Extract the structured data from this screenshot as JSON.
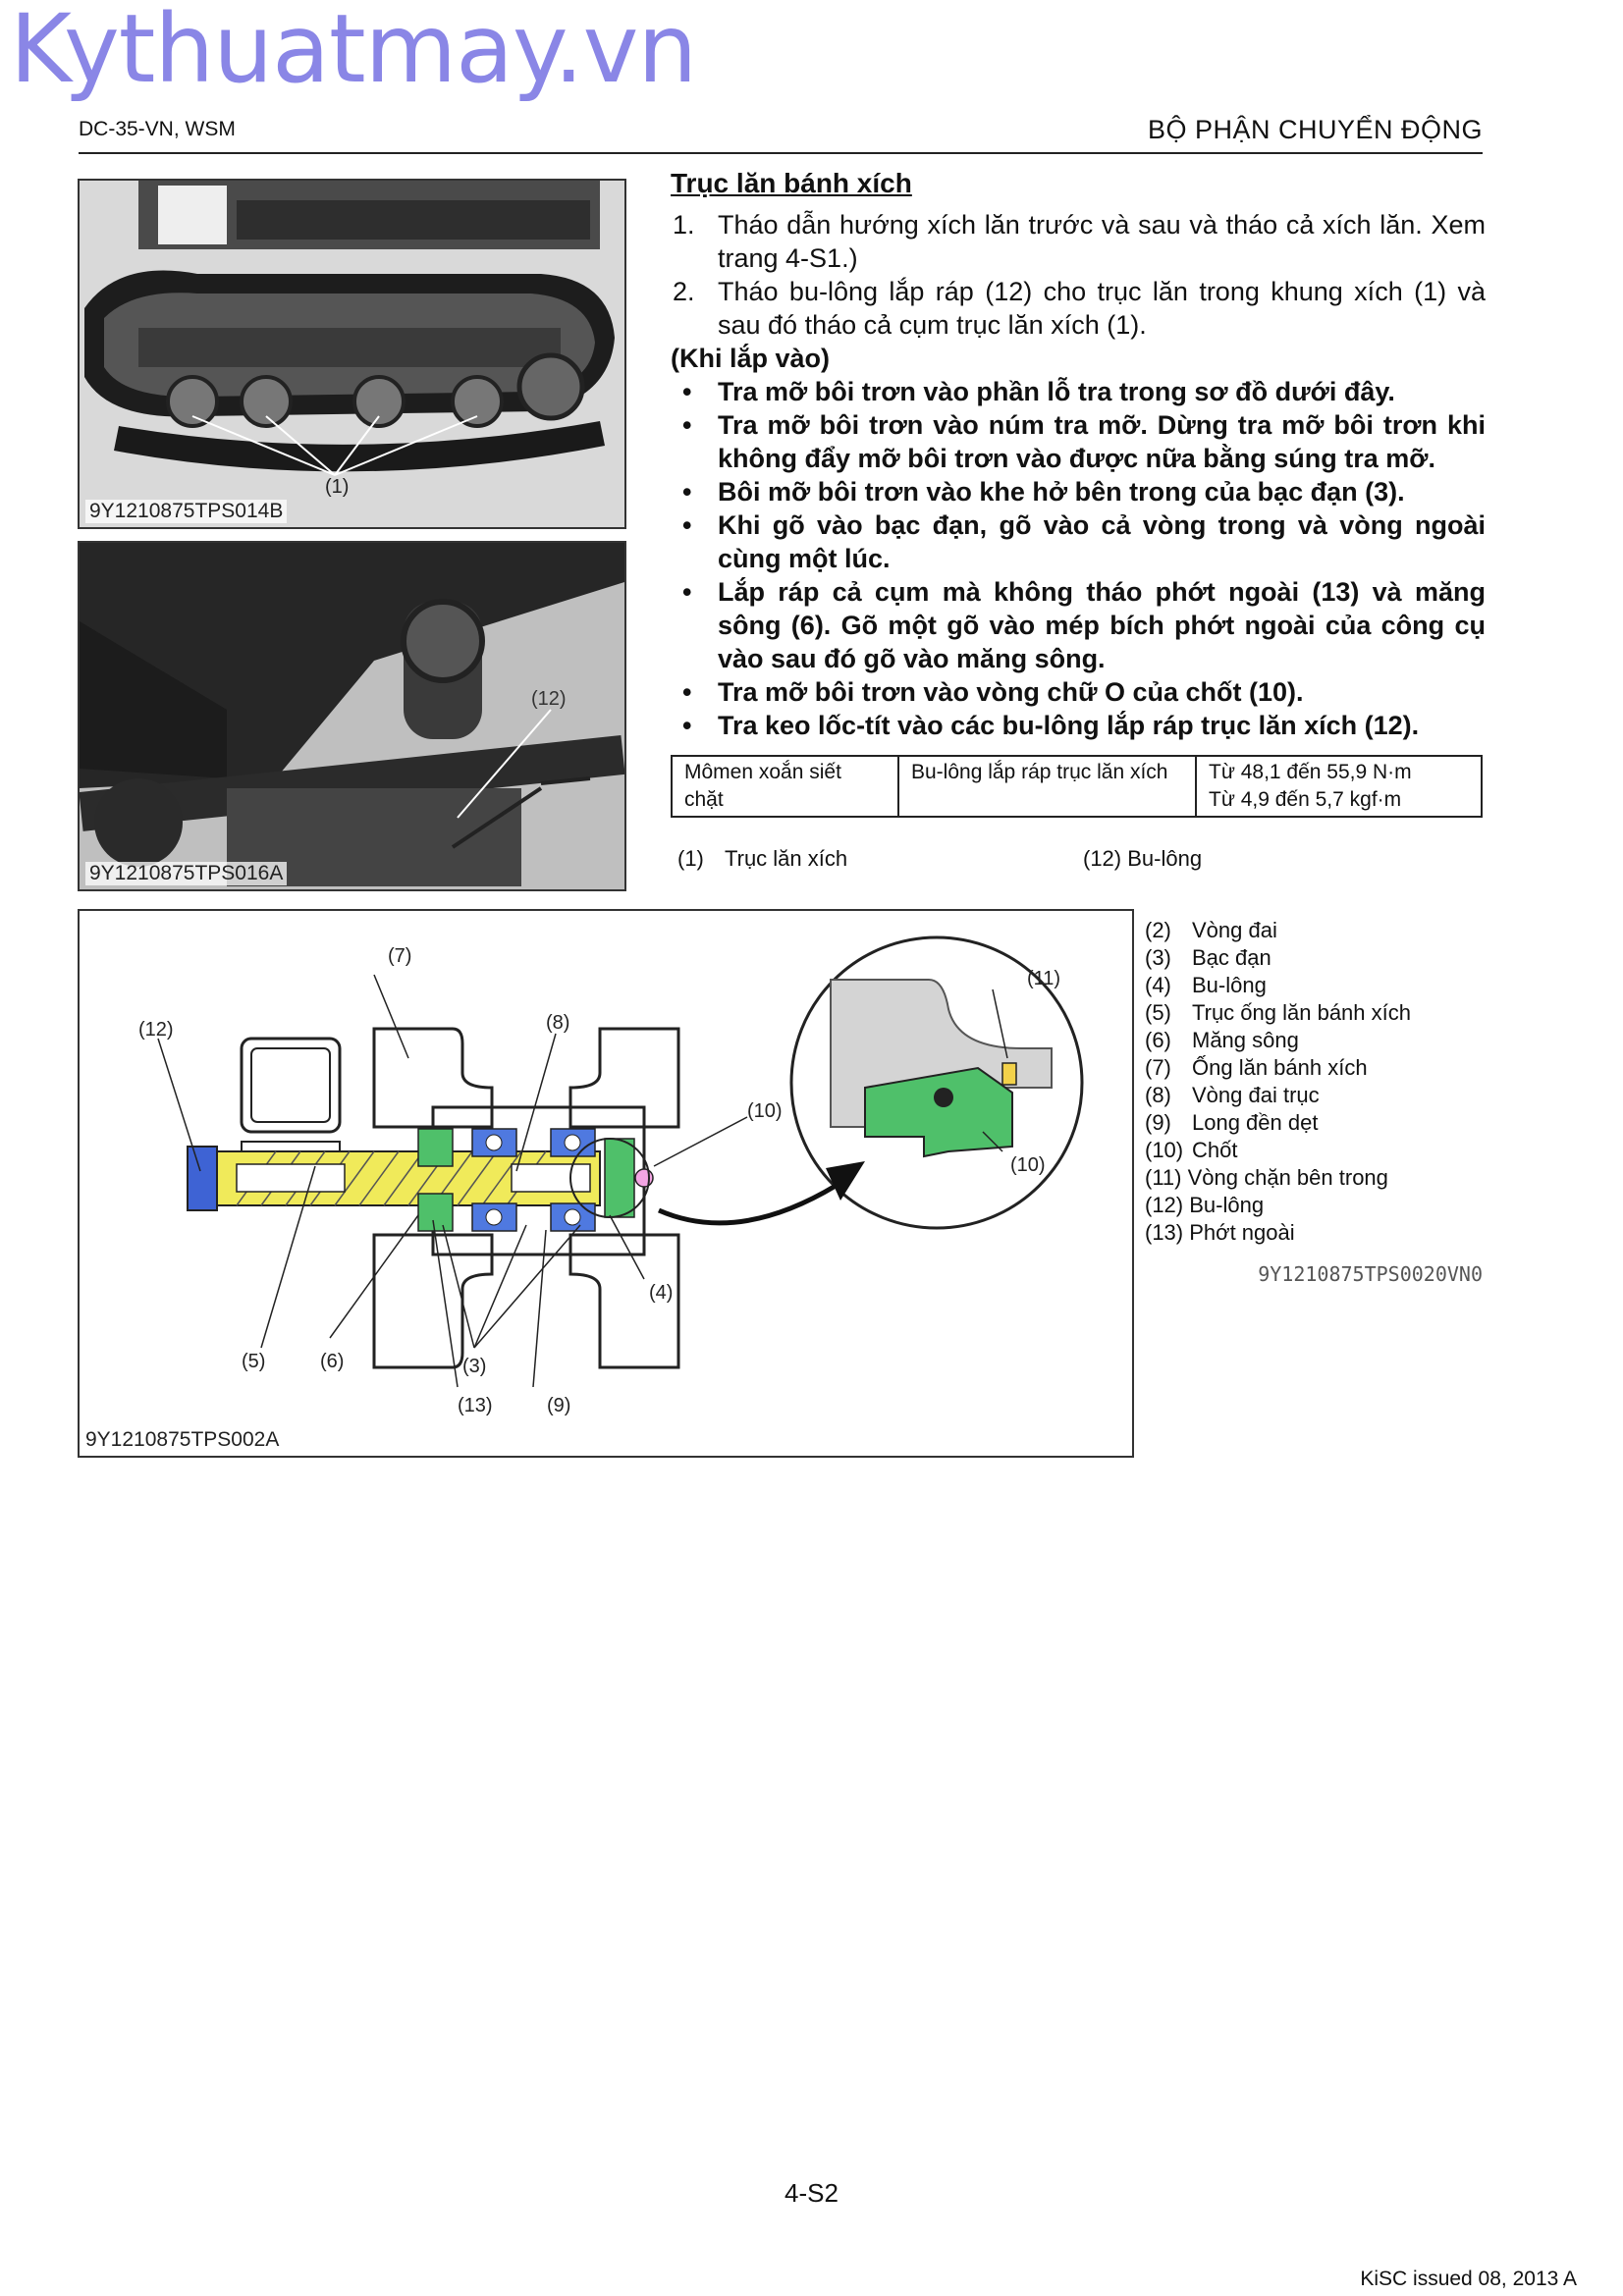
{
  "watermark": "Kythuatmay.vn",
  "header": {
    "doc_id": "DC-35-VN, WSM",
    "section": "BỘ PHẬN CHUYỂN ĐỘNG"
  },
  "photos": [
    {
      "code": "9Y1210875TPS014B",
      "callouts": [
        "(1)"
      ]
    },
    {
      "code": "9Y1210875TPS016A",
      "callouts": [
        "(12)"
      ]
    }
  ],
  "content": {
    "title": "Trục lăn bánh xích",
    "steps": [
      {
        "num": "1.",
        "text": "Tháo dẫn hướng xích lăn trước và sau và tháo cả xích lăn. Xem trang 4-S1.)"
      },
      {
        "num": "2.",
        "text": "Tháo bu-lông lắp ráp (12) cho trục lăn trong khung xích (1) và sau đó tháo cả cụm trục lăn xích (1)."
      }
    ],
    "subheading": "(Khi lắp vào)",
    "bullets": [
      "Tra mỡ bôi trơn vào phần lỗ tra trong sơ đồ dưới đây.",
      "Tra mỡ bôi trơn vào núm tra mỡ. Dừng tra mỡ bôi trơn khi không đẩy mỡ bôi trơn vào được nữa bằng súng tra mỡ.",
      "Bôi mỡ bôi trơn vào khe hở bên trong của bạc đạn (3).",
      "Khi gõ vào bạc đạn, gõ vào cả vòng trong và vòng ngoài cùng một lúc.",
      "Lắp ráp cả cụm mà không tháo phớt ngoài (13) và măng sông (6). Gõ một gõ vào mép bích phớt ngoài của công cụ vào sau đó gõ vào măng sông.",
      "Tra mỡ bôi trơn vào vòng chữ O của chốt (10).",
      "Tra keo lốc-tít vào các bu-lông lắp ráp trục lăn xích (12)."
    ]
  },
  "torque_table": {
    "label": "Mômen xoắn siết chặt",
    "item": "Bu-lông lắp ráp trục lăn xích",
    "value_nm": "Từ 48,1 đến 55,9 N·m",
    "value_kgf": "Từ 4,9 đến 5,7 kgf·m"
  },
  "legend_top": [
    {
      "tag": "(1)",
      "label": "Trục lăn xích"
    },
    {
      "tag": "(12)",
      "label": "Bu-lông"
    }
  ],
  "diagram": {
    "code": "9Y1210875TPS002A",
    "callouts": [
      "(7)",
      "(12)",
      "(8)",
      "(10)",
      "(11)",
      "(10)",
      "(4)",
      "(5)",
      "(6)",
      "(3)",
      "(13)",
      "(9)"
    ]
  },
  "legend_parts": [
    {
      "tag": "(2)",
      "label": "Vòng đai"
    },
    {
      "tag": "(3)",
      "label": "Bạc đạn"
    },
    {
      "tag": "(4)",
      "label": "Bu-lông"
    },
    {
      "tag": "(5)",
      "label": "Trục ống lăn bánh xích"
    },
    {
      "tag": "(6)",
      "label": "Măng sông"
    },
    {
      "tag": "(7)",
      "label": "Ống lăn bánh xích"
    },
    {
      "tag": "(8)",
      "label": "Vòng đai trục"
    },
    {
      "tag": "(9)",
      "label": "Long đền dẹt"
    },
    {
      "tag": "(10)",
      "label": "Chốt"
    },
    {
      "tag": "(11)",
      "label": "Vòng chặn bên trong"
    },
    {
      "tag": "(12)",
      "label": "Bu-lông"
    },
    {
      "tag": "(13)",
      "label": "Phớt ngoài"
    }
  ],
  "reference_code": "9Y1210875TPS0020VN0",
  "footer": {
    "page": "4-S2",
    "issued": "KiSC issued 08, 2013 A"
  }
}
